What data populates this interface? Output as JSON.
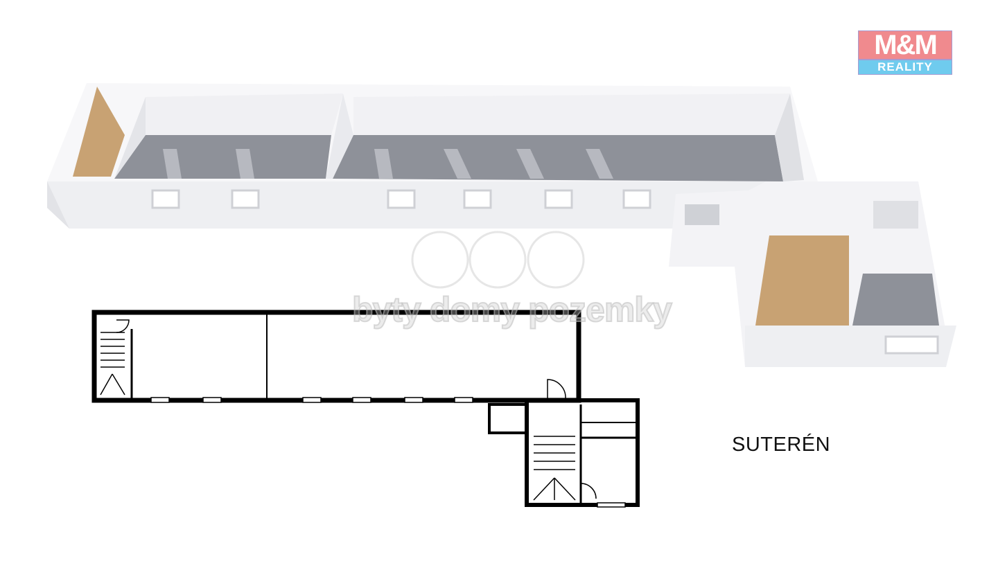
{
  "floor_label": "SUTERÉN",
  "logo": {
    "top": "M&M",
    "bottom": "REALITY"
  },
  "watermark": "byty domy pozemky",
  "colors": {
    "wall": "#f4f4f6",
    "wall_shade": "#dcdde2",
    "floor": "#8e9199",
    "stairs": "#c8a273",
    "plan_wall": "#000000"
  }
}
